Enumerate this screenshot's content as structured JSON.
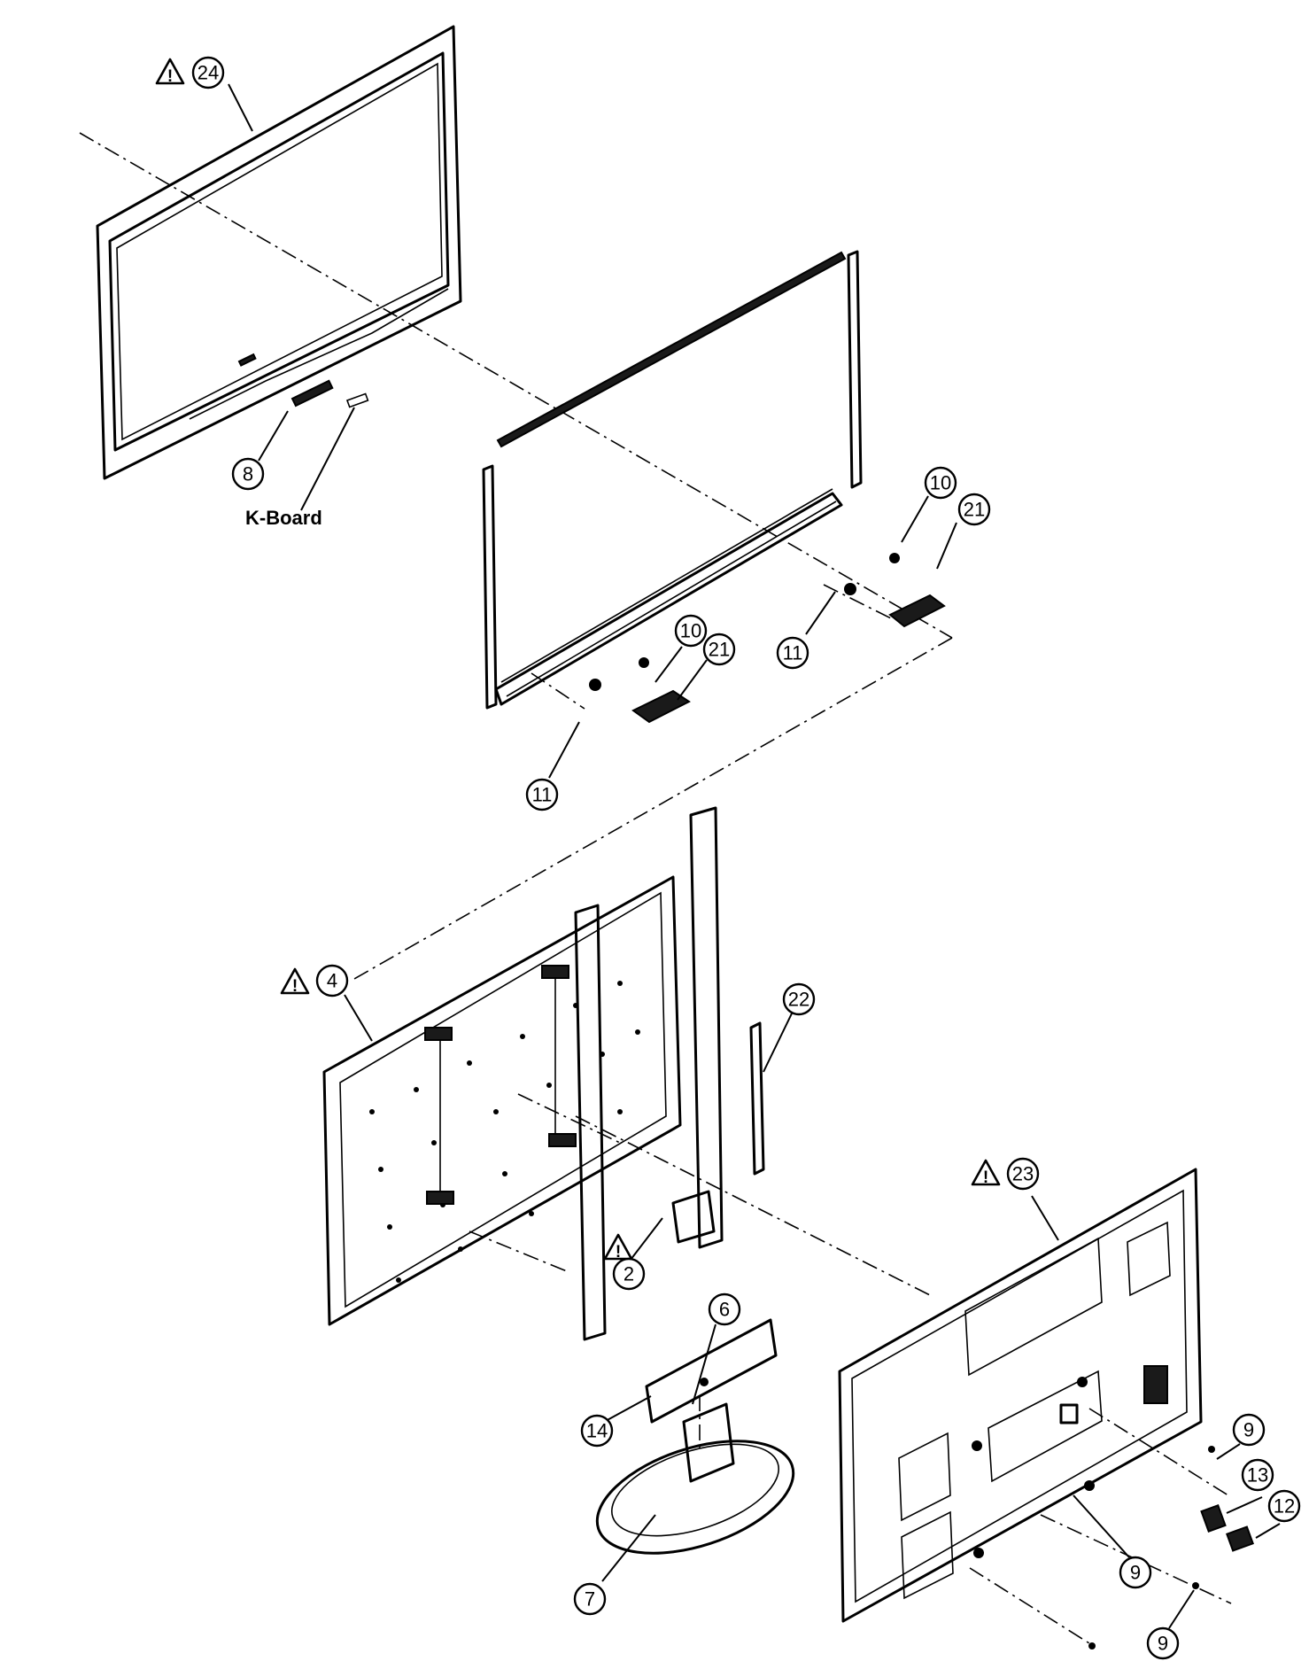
{
  "callouts": {
    "c24": "24",
    "c8": "8",
    "c10a": "10",
    "c21a": "21",
    "c11a": "11",
    "c10b": "10",
    "c21b": "21",
    "c11b": "11",
    "c4": "4",
    "c22": "22",
    "c23": "23",
    "c2": "2",
    "c6": "6",
    "c14": "14",
    "c7": "7",
    "c9a": "9",
    "c13": "13",
    "c12": "12",
    "c9b": "9",
    "c9c": "9"
  },
  "labels": {
    "k_board": "K-Board"
  },
  "warning_symbol": "!"
}
